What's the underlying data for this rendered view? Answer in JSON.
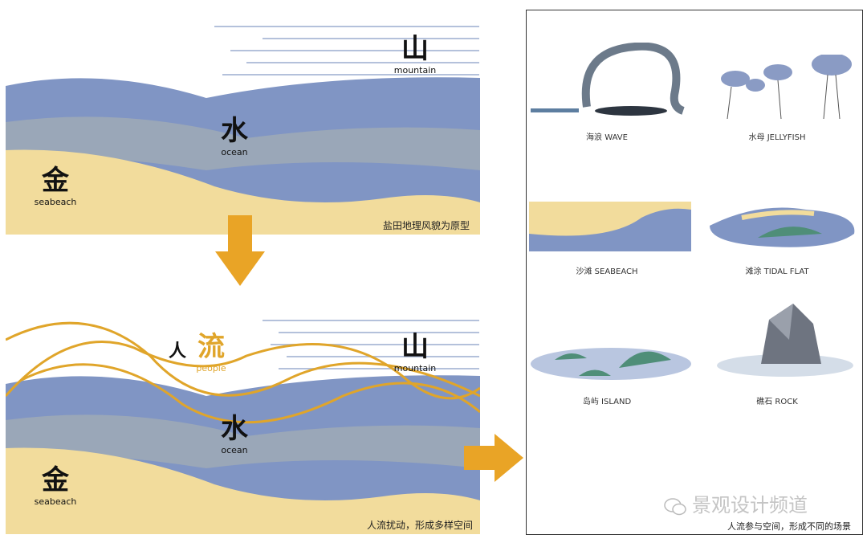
{
  "panel_top": {
    "mountain_cn": "山",
    "mountain_en": "mountain",
    "water_cn": "水",
    "water_en": "ocean",
    "gold_cn": "金",
    "gold_en": "seabeach",
    "caption": "盐田地理风貌为原型"
  },
  "panel_bottom": {
    "people_prefix": "人",
    "people_cn": "流",
    "people_en": "people",
    "mountain_cn": "山",
    "mountain_en": "mountain",
    "water_cn": "水",
    "water_en": "ocean",
    "gold_cn": "金",
    "gold_en": "seabeach",
    "caption": "人流扰动，形成多样空间"
  },
  "scenes": [
    {
      "label": "海浪 WAVE"
    },
    {
      "label": "水母 JELLYFISH"
    },
    {
      "label": "沙滩 SEABEACH"
    },
    {
      "label": "滩涂 TIDAL FLAT"
    },
    {
      "label": "岛屿 ISLAND"
    },
    {
      "label": "礁石 ROCK"
    }
  ],
  "right_caption": "人流参与空间，形成不同的场景",
  "watermark": "景观设计频道",
  "colors": {
    "sand": "#f2dc9c",
    "water": "#8095c4",
    "arrow": "#e9a426",
    "people_line": "#e0a52a"
  }
}
